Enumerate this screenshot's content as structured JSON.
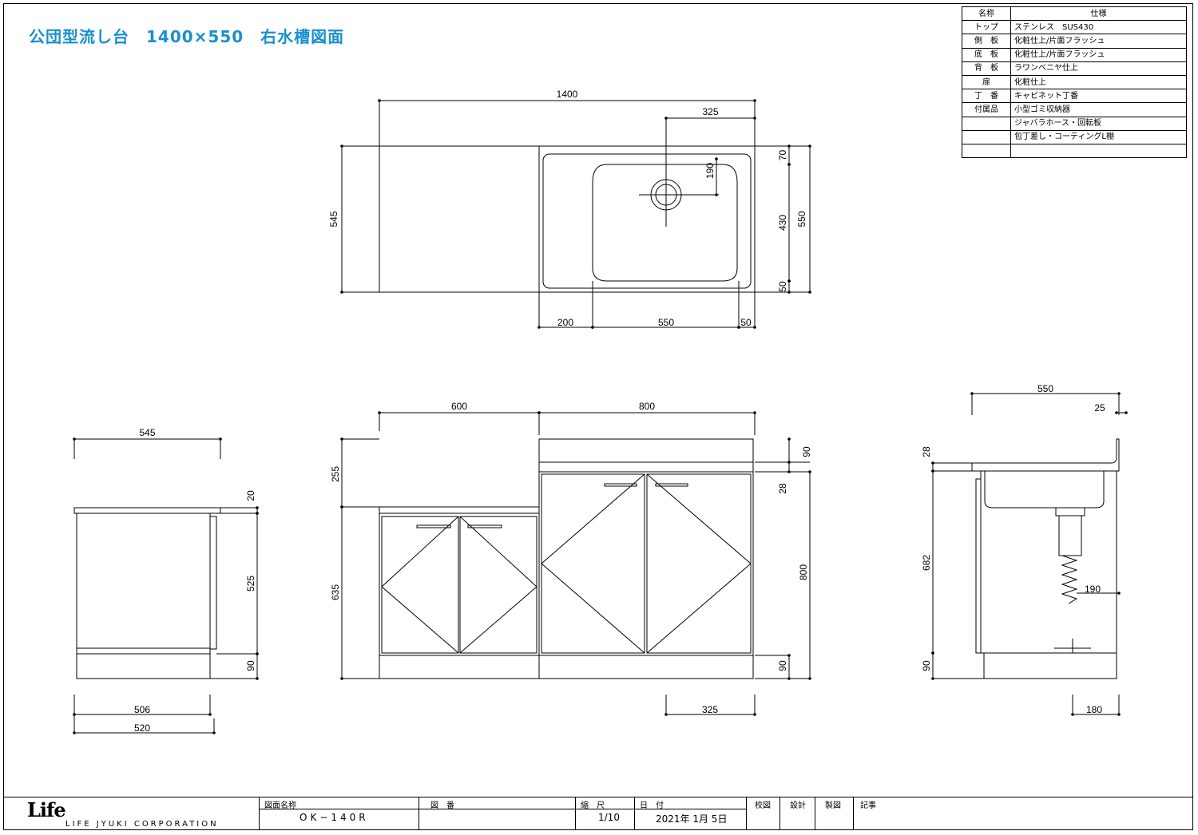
{
  "title": "公団型流し台　1400×550　右水槽図面",
  "spec_table": {
    "header": {
      "name": "名称",
      "spec": "仕様"
    },
    "rows": [
      {
        "name": "トップ",
        "spec": "ステンレス　SUS430"
      },
      {
        "name": "側　板",
        "spec": "化粧仕上/片面フラッシュ"
      },
      {
        "name": "底　板",
        "spec": "化粧仕上/片面フラッシュ"
      },
      {
        "name": "背　板",
        "spec": "ラワンベニヤ仕上"
      },
      {
        "name": "扉",
        "spec": "化粧仕上"
      },
      {
        "name": "丁　番",
        "spec": "キャビネット丁番"
      },
      {
        "name": "付属品",
        "spec": "小型ゴミ収納器"
      },
      {
        "name": "",
        "spec": "ジャバラホース・回転板"
      },
      {
        "name": "",
        "spec": "包丁差し・コーティングL棚"
      },
      {
        "name": "",
        "spec": ""
      }
    ]
  },
  "plan_view": {
    "width": "1400",
    "sink_offset": "325",
    "sink_depth_offset": "190",
    "depth_left": "545",
    "depth_total": "550",
    "back_margin": "70",
    "bowl_depth": "430",
    "front_margin": "50",
    "bottom_left": "200",
    "bowl_width": "550",
    "bottom_right": "50"
  },
  "side_view_left": {
    "top_width": "545",
    "top_thickness": "20",
    "body_height": "525",
    "plinth": "90",
    "base_width_inner": "506",
    "base_width_outer": "520"
  },
  "front_view": {
    "left_width": "600",
    "right_width": "800",
    "step_height": "255",
    "left_height": "635",
    "backsplash": "90",
    "top_thickness": "28",
    "right_height": "800",
    "plinth": "90",
    "drain_offset": "325"
  },
  "side_view_right": {
    "depth": "550",
    "backsplash_thickness": "25",
    "top_thickness": "28",
    "height": "682",
    "drain_depth": "190",
    "plinth": "90",
    "drain_position": "180"
  },
  "title_block": {
    "logo": "Life",
    "company": "LIFE JYUKI CORPORATION",
    "drawing_name_label": "図面名称",
    "drawing_name": "OK−140R",
    "drawing_no_label": "図　番",
    "drawing_no": "",
    "scale_label": "縮　尺",
    "scale": "1/10",
    "date_label": "日　付",
    "date": "2021年  1月  5日",
    "check_label": "校図",
    "design_label": "設計",
    "draft_label": "製図",
    "note_label": "記事"
  }
}
